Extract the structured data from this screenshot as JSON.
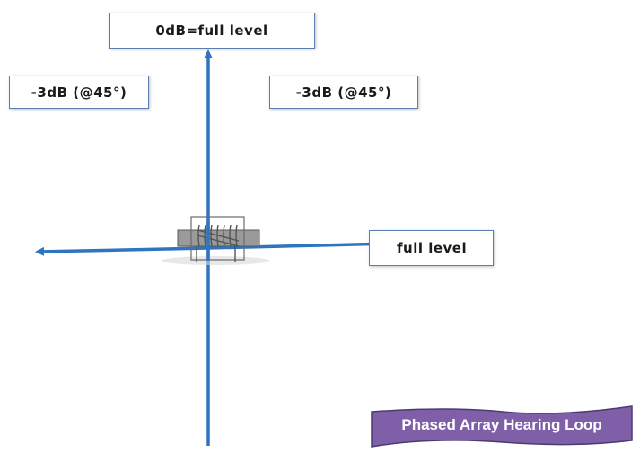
{
  "labels": {
    "top": "0dB=full level",
    "upper_left": "-3dB (@45°)",
    "upper_right": "-3dB (@45°)",
    "right": "full level"
  },
  "title": "Phased Array Hearing Loop",
  "colors": {
    "axis": "#2e74c0",
    "box_border": "#5b7fb5",
    "banner_fill": "#7f60a8",
    "banner_border": "#4d3a73",
    "coil": "#7a7a7a"
  },
  "icons": {
    "center": "loop-coil-icon"
  }
}
